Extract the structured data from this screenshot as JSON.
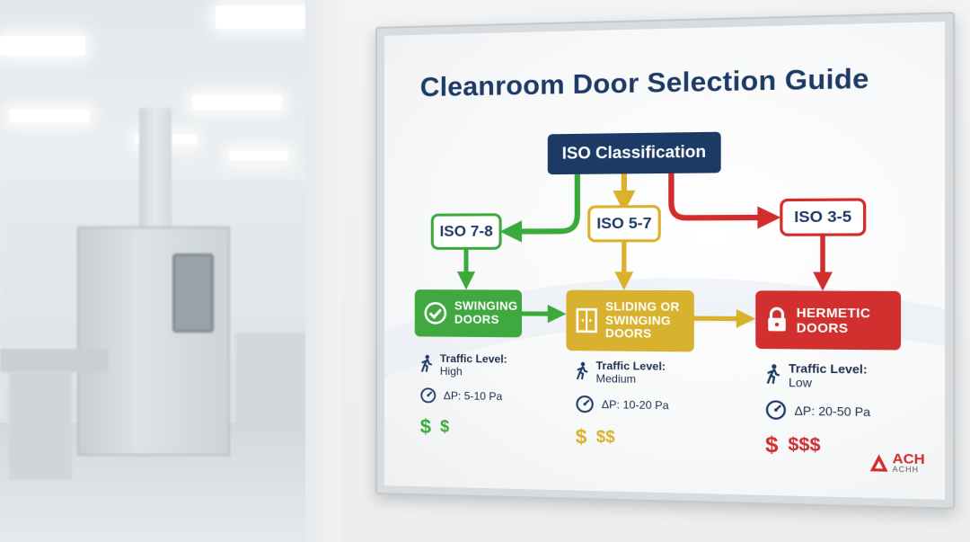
{
  "poster": {
    "title": "Cleanroom Door Selection Guide",
    "root": "ISO Classification",
    "branches": [
      {
        "iso": "ISO 7-8",
        "door_line1": "SWINGING",
        "door_line2": "DOORS",
        "door_line3": "",
        "door_icon": "checkmark-circle-icon",
        "traffic_line1": "Traffic Level:",
        "traffic_line2": "High",
        "pressure": "ΔP: 5-10 Pa",
        "cost_a": "$",
        "cost_b": "$",
        "color": "#3aaa3a"
      },
      {
        "iso": "ISO 5-7",
        "door_line1": "SLIDING OR",
        "door_line2": "SWINGING",
        "door_line3": "DOORS",
        "door_icon": "double-door-icon",
        "traffic_line1": "Traffic Level:",
        "traffic_line2": "Medium",
        "pressure": "ΔP: 10-20 Pa",
        "cost_a": "$",
        "cost_b": "$$",
        "color": "#d9b12a"
      },
      {
        "iso": "ISO 3-5",
        "door_line1": "HERMETIC",
        "door_line2": "DOORS",
        "door_line3": "",
        "door_icon": "padlock-icon",
        "traffic_line1": "Traffic Level:",
        "traffic_line2": "Low",
        "pressure": "ΔP: 20-50 Pa",
        "cost_a": "$",
        "cost_b": "$$$",
        "color": "#d22c2c"
      }
    ],
    "logo": {
      "main": "ACH",
      "sub": "ACHH",
      "color": "#d22c2c"
    },
    "root_color": "#1c3a66"
  }
}
